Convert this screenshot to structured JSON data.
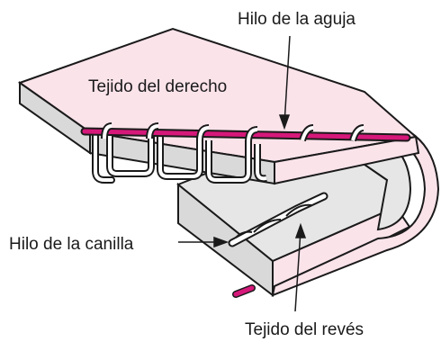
{
  "labels": {
    "needle_thread": "Hilo de la aguja",
    "fabric_right_side": "Tejido del derecho",
    "bobbin_thread": "Hilo de la canilla",
    "fabric_wrong_side": "Tejido del revés"
  },
  "colors": {
    "fabric_top": "#fbe3ea",
    "fabric_edge": "#d9d9d9",
    "fabric_inner": "#e6e6e6",
    "needle_thread": "#d6187a",
    "bobbin_thread": "#ffffff",
    "outline": "#1a1a1a"
  }
}
